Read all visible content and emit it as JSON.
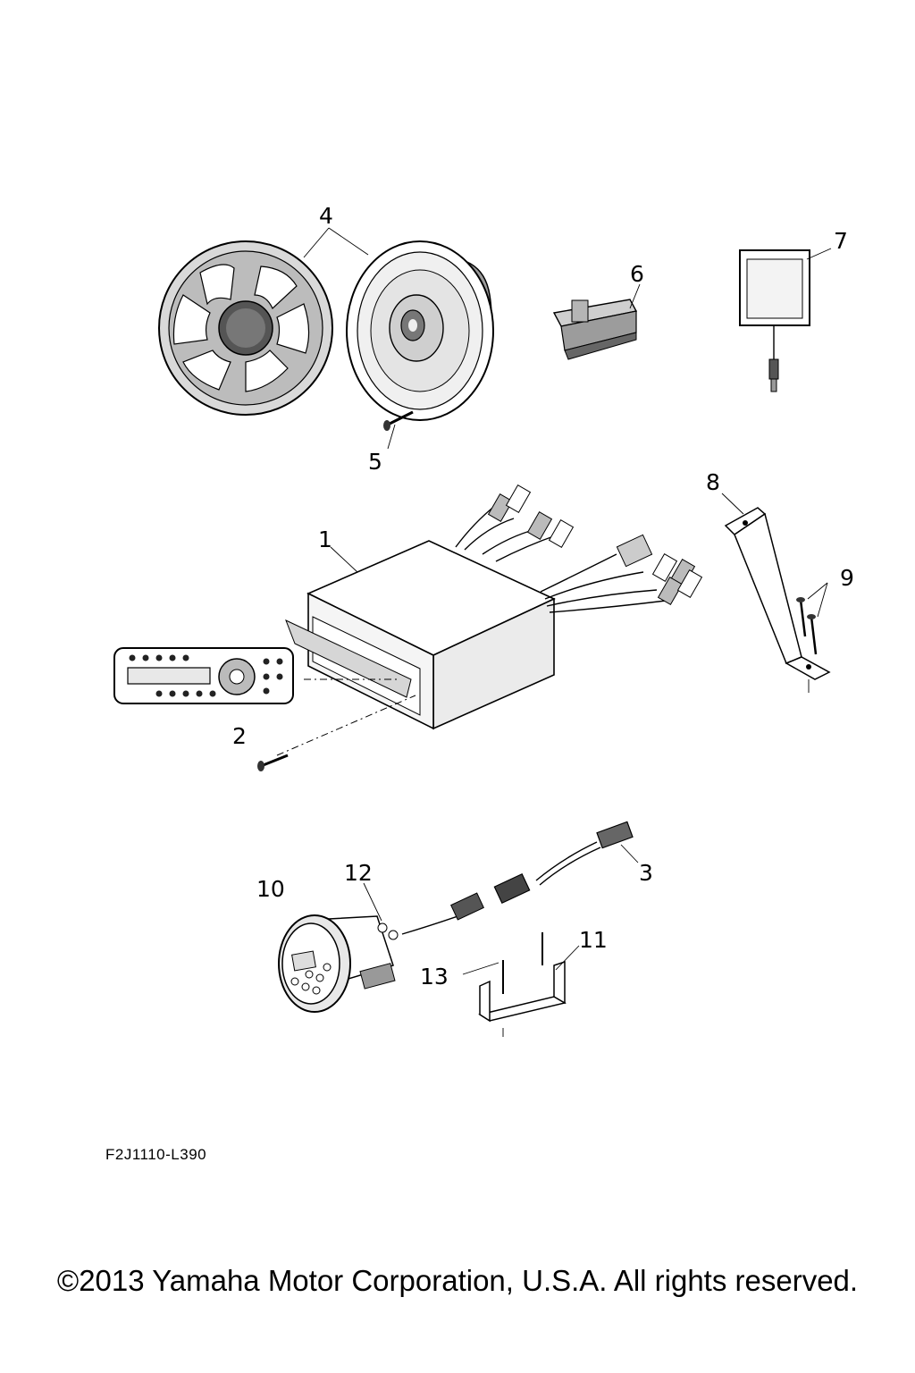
{
  "diagram": {
    "callouts": [
      "1",
      "2",
      "3",
      "4",
      "5",
      "6",
      "7",
      "8",
      "9",
      "10",
      "11",
      "12",
      "13"
    ],
    "drawing_code": "F2J1110-L390",
    "copyright": "©2013 Yamaha Motor Corporation, U.S.A. All rights reserved."
  }
}
